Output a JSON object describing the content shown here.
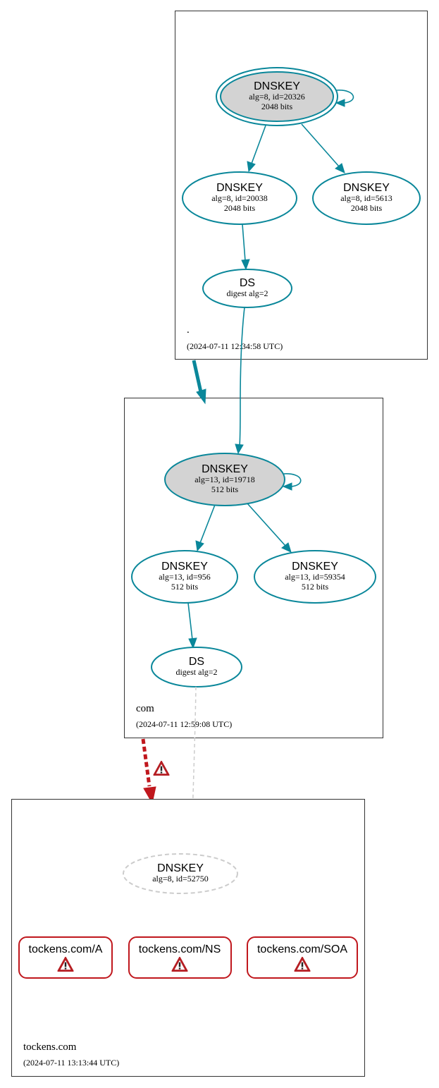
{
  "zones": {
    "root": {
      "name": ".",
      "timestamp": "(2024-07-11 12:34:58 UTC)",
      "ksk": {
        "title": "DNSKEY",
        "line1": "alg=8, id=20326",
        "line2": "2048 bits"
      },
      "zsk1": {
        "title": "DNSKEY",
        "line1": "alg=8, id=20038",
        "line2": "2048 bits"
      },
      "zsk2": {
        "title": "DNSKEY",
        "line1": "alg=8, id=5613",
        "line2": "2048 bits"
      },
      "ds": {
        "title": "DS",
        "line1": "digest alg=2"
      }
    },
    "com": {
      "name": "com",
      "timestamp": "(2024-07-11 12:59:08 UTC)",
      "ksk": {
        "title": "DNSKEY",
        "line1": "alg=13, id=19718",
        "line2": "512 bits"
      },
      "zsk1": {
        "title": "DNSKEY",
        "line1": "alg=13, id=956",
        "line2": "512 bits"
      },
      "zsk2": {
        "title": "DNSKEY",
        "line1": "alg=13, id=59354",
        "line2": "512 bits"
      },
      "ds": {
        "title": "DS",
        "line1": "digest alg=2"
      }
    },
    "tockens": {
      "name": "tockens.com",
      "timestamp": "(2024-07-11 13:13:44 UTC)",
      "dnskey": {
        "title": "DNSKEY",
        "line1": "alg=8, id=52750"
      },
      "records": [
        {
          "label": "tockens.com/A"
        },
        {
          "label": "tockens.com/NS"
        },
        {
          "label": "tockens.com/SOA"
        }
      ]
    }
  },
  "colors": {
    "secure": "#0a879a",
    "error": "#c0171d",
    "insecure_dashed": "#cccccc",
    "ksk_fill": "#d3d3d3"
  },
  "icons": {
    "warning": "warning-triangle-icon"
  }
}
